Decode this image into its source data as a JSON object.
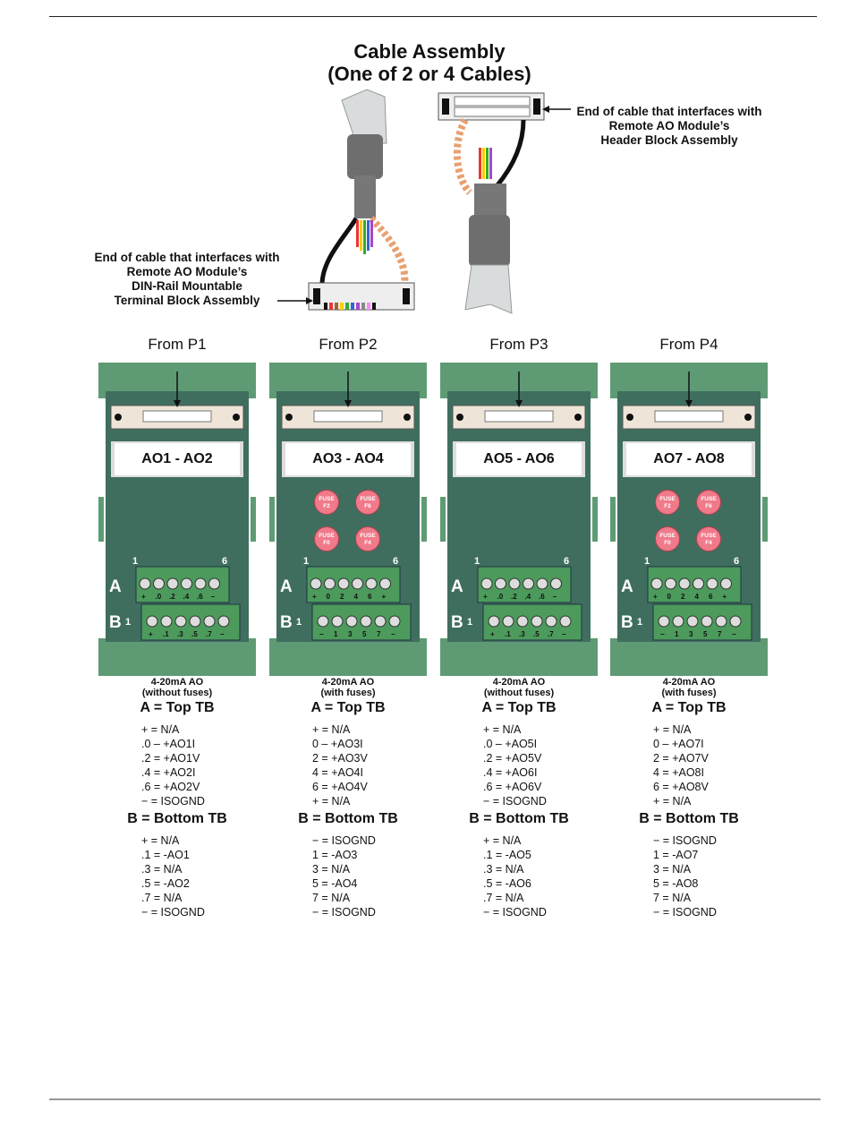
{
  "title_line1": "Cable Assembly",
  "title_line2": "(One of 2 or 4 Cables)",
  "callout_left": [
    "End of cable that interfaces with",
    "Remote AO Module’s",
    "DIN-Rail Mountable",
    "Terminal Block Assembly"
  ],
  "callout_right": [
    "End of cable that interfaces with",
    "Remote AO Module’s",
    "Header Block Assembly"
  ],
  "modules": [
    {
      "from": "From P1",
      "label": "AO1 - AO2",
      "fuses": false,
      "type_line1": "4-20mA AO",
      "type_line2": "(without fuses)",
      "a_nums": [
        "1",
        "6"
      ],
      "a_pins": [
        "+",
        ".0",
        ".2",
        ".4",
        ".6",
        "−"
      ],
      "b_nums": [
        "1"
      ],
      "b_pins": [
        "+",
        ".1",
        ".3",
        ".5",
        ".7",
        "−"
      ],
      "top_head": "A = Top TB",
      "top": [
        "+ = N/A",
        ".0 – +AO1I",
        ".2 = +AO1V",
        ".4 = +AO2I",
        ".6 = +AO2V",
        "− = ISOGND"
      ],
      "bottom_head": "B = Bottom TB",
      "bottom": [
        "+ = N/A",
        ".1 = -AO1",
        ".3 = N/A",
        ".5 = -AO2",
        ".7 = N/A",
        "− = ISOGND"
      ]
    },
    {
      "from": "From P2",
      "label": "AO3 - AO4",
      "fuses": true,
      "fuse_labels": [
        "FUSE F2",
        "FUSE F6",
        "FUSE F0",
        "FUSE F4"
      ],
      "type_line1": "4-20mA AO",
      "type_line2": "(with fuses)",
      "a_nums": [
        "1",
        "6"
      ],
      "a_pins": [
        "+",
        "0",
        "2",
        "4",
        "6",
        "+"
      ],
      "b_nums": [
        "1"
      ],
      "b_pins": [
        "−",
        "1",
        "3",
        "5",
        "7",
        "−"
      ],
      "top_head": "A = Top TB",
      "top": [
        "+ = N/A",
        "0 – +AO3I",
        "2 = +AO3V",
        "4 = +AO4I",
        "6 = +AO4V",
        "+ = N/A"
      ],
      "bottom_head": "B = Bottom TB",
      "bottom": [
        "− = ISOGND",
        "1 = -AO3",
        "3 = N/A",
        "5 = -AO4",
        "7 = N/A",
        "− = ISOGND"
      ]
    },
    {
      "from": "From P3",
      "label": "AO5 - AO6",
      "fuses": false,
      "type_line1": "4-20mA AO",
      "type_line2": "(without fuses)",
      "a_nums": [
        "1",
        "6"
      ],
      "a_pins": [
        "+",
        ".0",
        ".2",
        ".4",
        ".6",
        "−"
      ],
      "b_nums": [
        "1"
      ],
      "b_pins": [
        "+",
        ".1",
        ".3",
        ".5",
        ".7",
        "−"
      ],
      "top_head": "A = Top TB",
      "top": [
        "+ = N/A",
        ".0 – +AO5I",
        ".2 = +AO5V",
        ".4 = +AO6I",
        ".6 = +AO6V",
        "− = ISOGND"
      ],
      "bottom_head": "B = Bottom TB",
      "bottom": [
        "+ = N/A",
        ".1 = -AO5",
        ".3 = N/A",
        ".5 = -AO6",
        ".7 = N/A",
        "− = ISOGND"
      ]
    },
    {
      "from": "From P4",
      "label": "AO7 - AO8",
      "fuses": true,
      "fuse_labels": [
        "FUSE F2",
        "FUSE F6",
        "FUSE F0",
        "FUSE F4"
      ],
      "type_line1": "4-20mA AO",
      "type_line2": "(with fuses)",
      "a_nums": [
        "1",
        "6"
      ],
      "a_pins": [
        "+",
        "0",
        "2",
        "4",
        "6",
        "+"
      ],
      "b_nums": [
        "1"
      ],
      "b_pins": [
        "−",
        "1",
        "3",
        "5",
        "7",
        "−"
      ],
      "top_head": "A = Top TB",
      "top": [
        "+ = N/A",
        "0 – +AO7I",
        "2 = +AO7V",
        "4 = +AO8I",
        "6 = +AO8V",
        "+ = N/A"
      ],
      "bottom_head": "B = Bottom TB",
      "bottom": [
        "− = ISOGND",
        "1 = -AO7",
        "3 = N/A",
        "5 = -AO8",
        "7 = N/A",
        "− = ISOGND"
      ]
    }
  ],
  "row_a": "A",
  "row_b": "B",
  "colors": {
    "board": "#3f6e5e",
    "rail": "#5e9b74",
    "terminal": "#4c9a5c",
    "fuse": "#f07a8a"
  }
}
